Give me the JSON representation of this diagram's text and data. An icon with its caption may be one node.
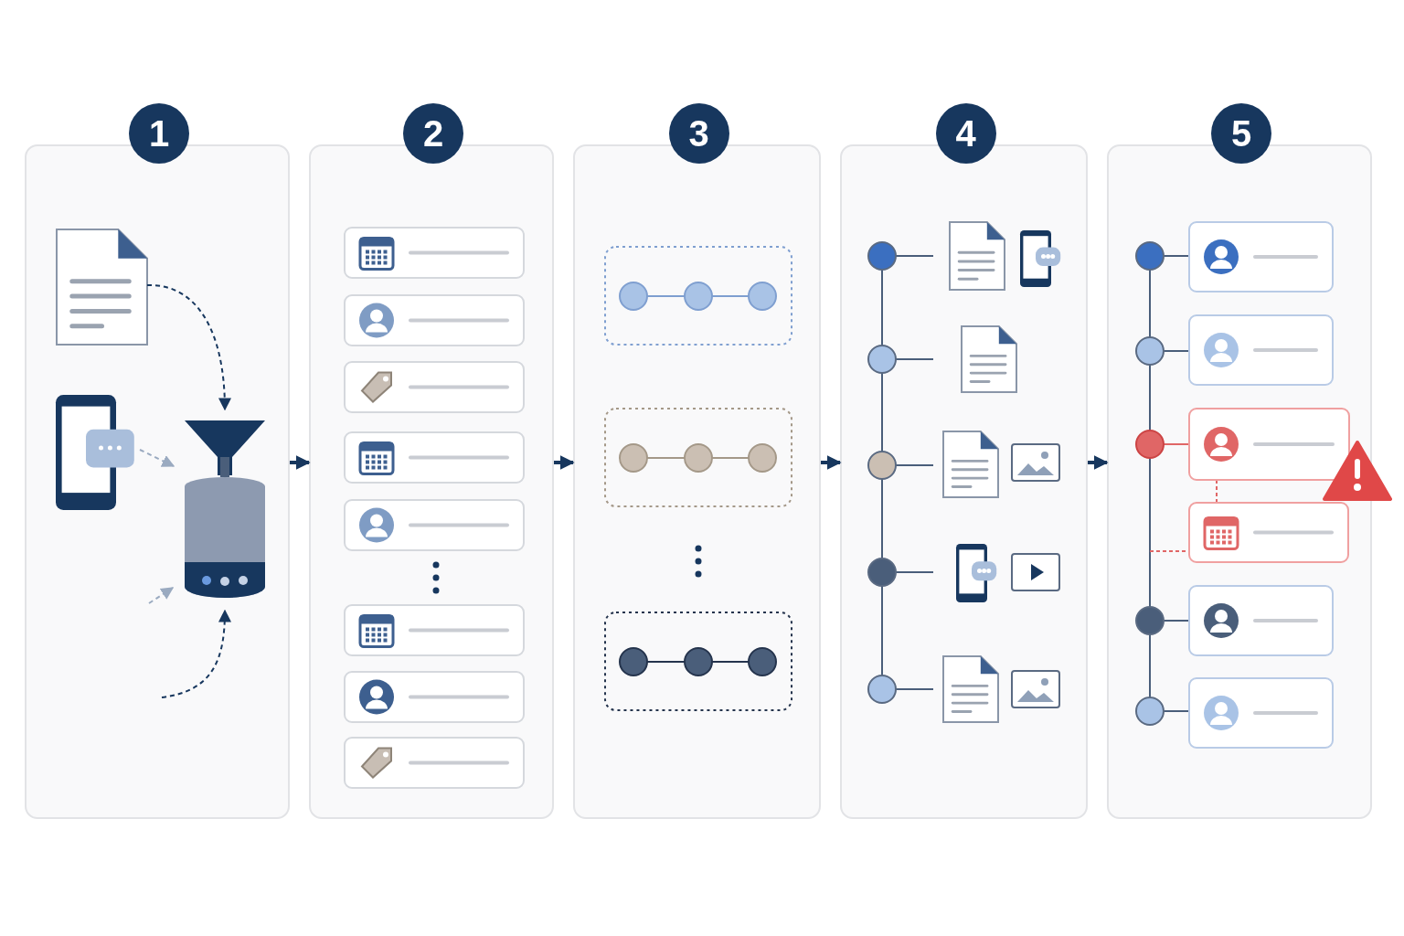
{
  "diagram": {
    "nodes": [
      {
        "text": [
          "1"
        ]
      },
      {
        "text": [
          "2"
        ]
      },
      {
        "text": [
          "3"
        ]
      },
      {
        "text": [
          "4"
        ]
      },
      {
        "text": [
          "5"
        ]
      },
      {
        "text": [],
        "shape": "picture",
        "in": 0
      },
      {
        "text": [],
        "shape": "picture",
        "in": 0
      },
      {
        "text": [],
        "shape": "cylinder",
        "in": 0
      }
    ],
    "edges": [
      {
        "from": 0,
        "to": 1,
        "arrow": "to"
      },
      {
        "from": 1,
        "to": 2,
        "arrow": "to"
      },
      {
        "from": 2,
        "to": 3,
        "arrow": "to"
      },
      {
        "from": 3,
        "to": 4,
        "arrow": "to"
      },
      {
        "from": 5,
        "to": 7,
        "arrow": "to",
        "style": "dashed"
      },
      {
        "from": 6,
        "to": 7,
        "arrow": "to",
        "style": "dashed",
        "color": "#9aaac0"
      },
      {
        "from": null,
        "to": 7,
        "arrow": "to",
        "style": "dashed",
        "color": "#9aaac0"
      },
      {
        "from": null,
        "to": 7,
        "arrow": "to",
        "style": "dashed"
      }
    ]
  }
}
